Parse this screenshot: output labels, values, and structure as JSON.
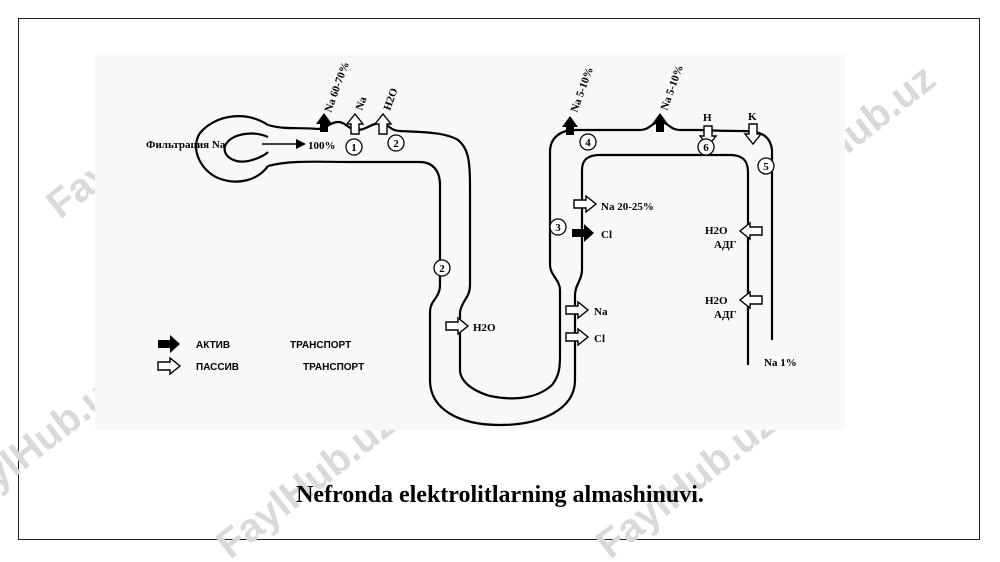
{
  "diagram": {
    "filtration_label": "Фильтрация Na",
    "filtration_percent": "100%",
    "numbers": {
      "n1": "1",
      "n2_top": "2",
      "n2_desc": "2",
      "n3": "3",
      "n4": "4",
      "n6": "6",
      "n5": "5"
    },
    "labels": {
      "na_60_70": "Na 60-70%",
      "na_passive": "Na",
      "h2o_prox": "H2O",
      "na_5_10_a": "Na 5-10%",
      "na_5_10_b": "Na 5-10%",
      "h_plus": "H",
      "k_plus": "K",
      "na_20_25": "Na 20-25%",
      "cl_active": "Cl",
      "h2o_desc": "H2O",
      "na_asc": "Na",
      "cl_asc": "Cl",
      "h2o_adh_1": "H2O",
      "adh_1": "АДГ",
      "h2o_adh_2": "H2O",
      "adh_2": "АДГ",
      "na_1": "Na 1%"
    },
    "legend": {
      "active_word": "АКТИВ",
      "active_transport": "ТРАНСПОРТ",
      "passive_word": "ПАССИВ",
      "passive_transport": "ТРАНСПОРТ"
    },
    "watermark": "FaylHub.uz"
  },
  "caption": "Nefronda elektrolitlarning almashinuvi."
}
